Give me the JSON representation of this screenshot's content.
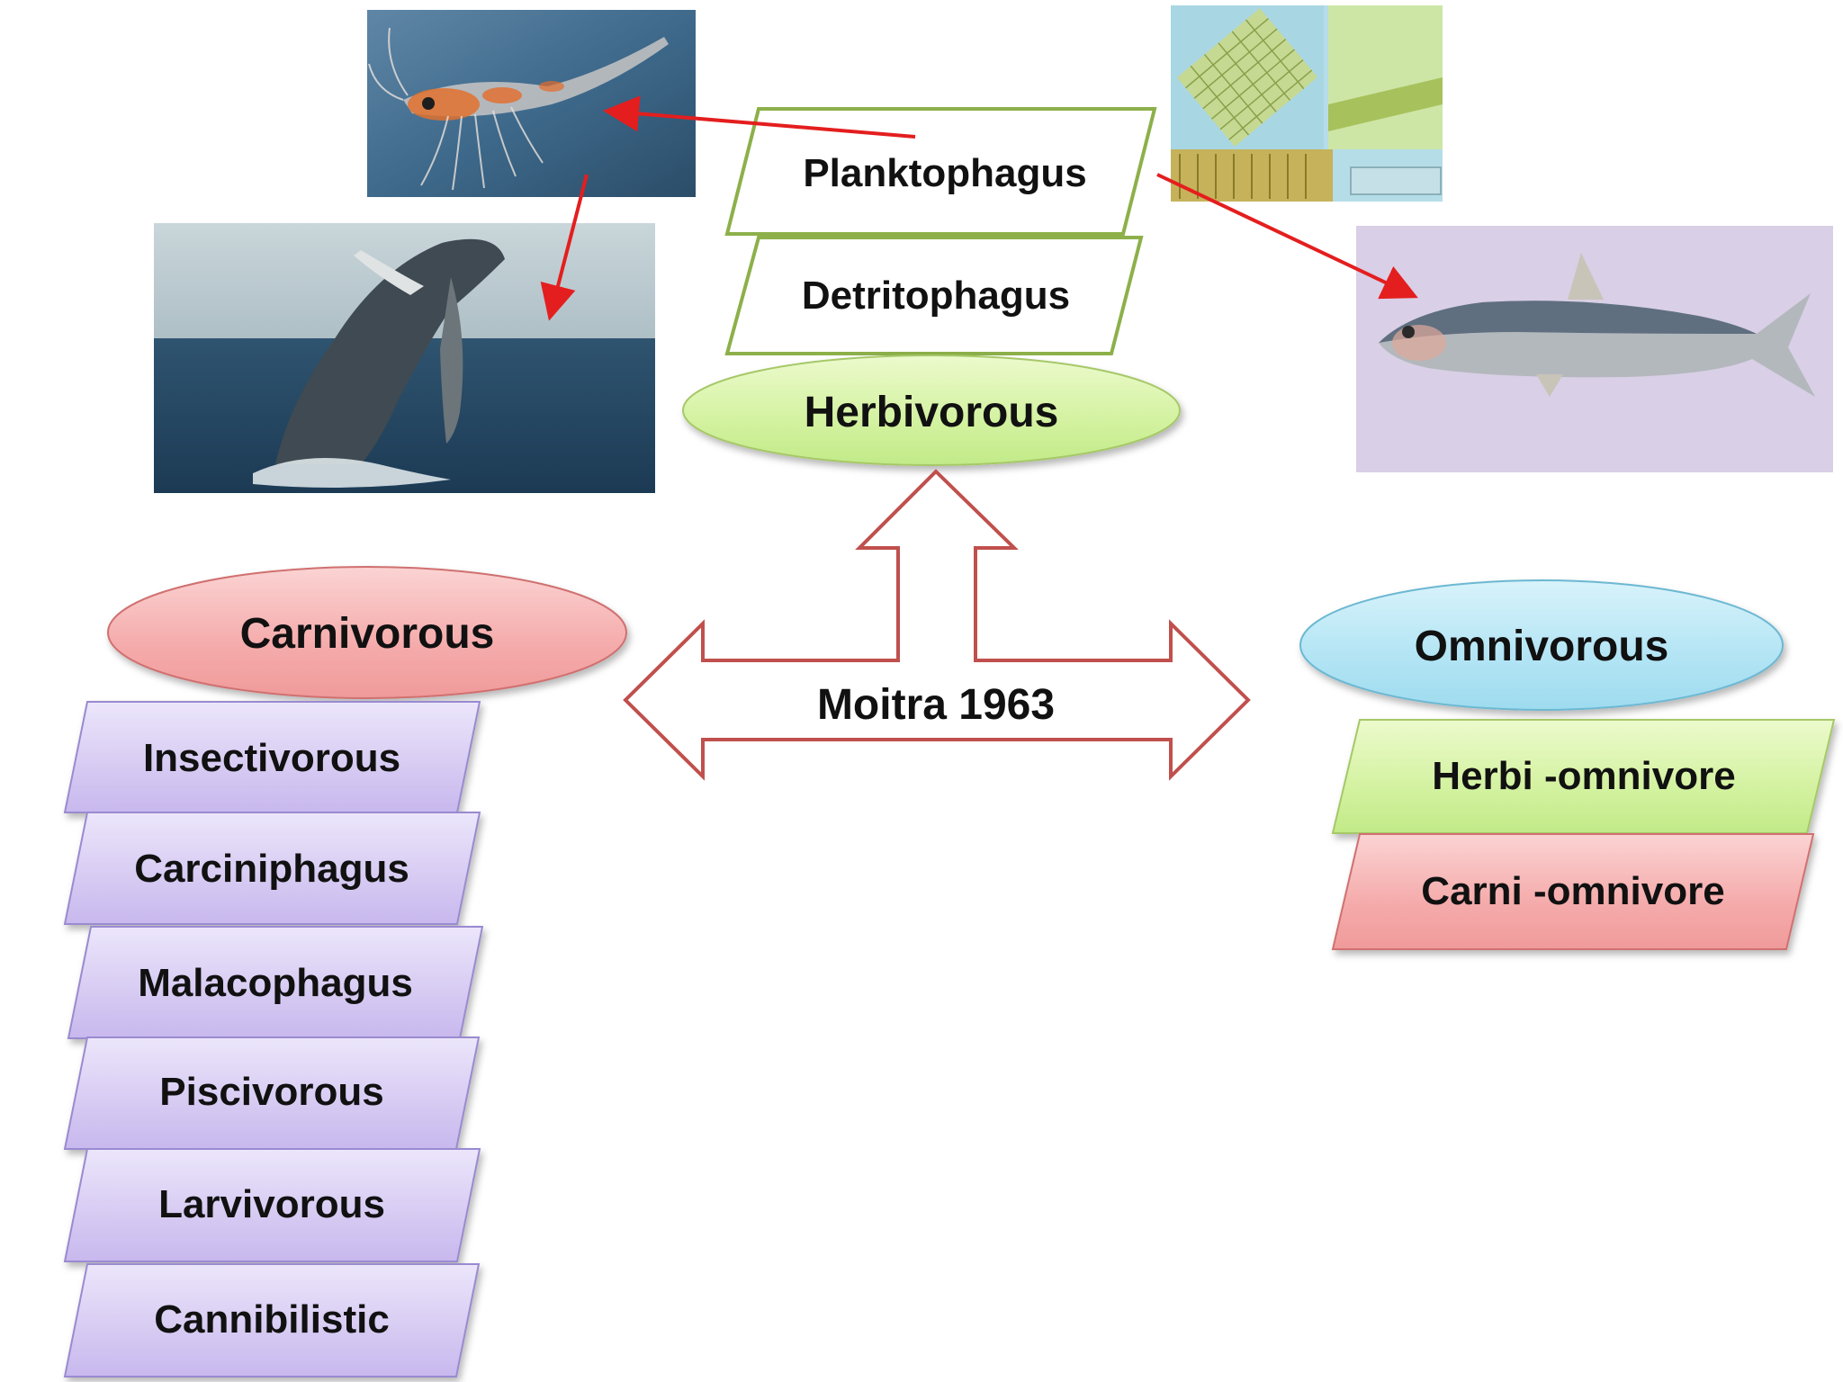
{
  "center": {
    "label": "Moitra 1963"
  },
  "herbivorous": {
    "label": "Herbivorous",
    "subtypes": [
      "Planktophagus",
      "Detritophagus"
    ]
  },
  "carnivorous": {
    "label": "Carnivorous",
    "subtypes": [
      "Insectivorous",
      "Carciniphagus",
      "Malacophagus",
      "Piscivorous",
      "Larvivorous",
      "Cannibilistic"
    ]
  },
  "omnivorous": {
    "label": "Omnivorous",
    "subtypes": [
      "Herbi -omnivore",
      "Carni -omnivore"
    ]
  },
  "colors": {
    "herbivorous_fill": "#d9f5a8",
    "carnivorous_fill": "#f7b3b3",
    "omnivorous_fill": "#b8e6f5",
    "carni_subtype_fill": "#d8cdf3",
    "outline_green": "#8db04a",
    "arrow_outline": "#c0504d",
    "pointer_arrow": "#e41e1e"
  },
  "images": [
    {
      "id": "krill-photo",
      "subject": "krill"
    },
    {
      "id": "whale-photo",
      "subject": "whale"
    },
    {
      "id": "diatom-photo",
      "subject": "diatoms"
    },
    {
      "id": "sardine-photo",
      "subject": "sardine"
    }
  ]
}
